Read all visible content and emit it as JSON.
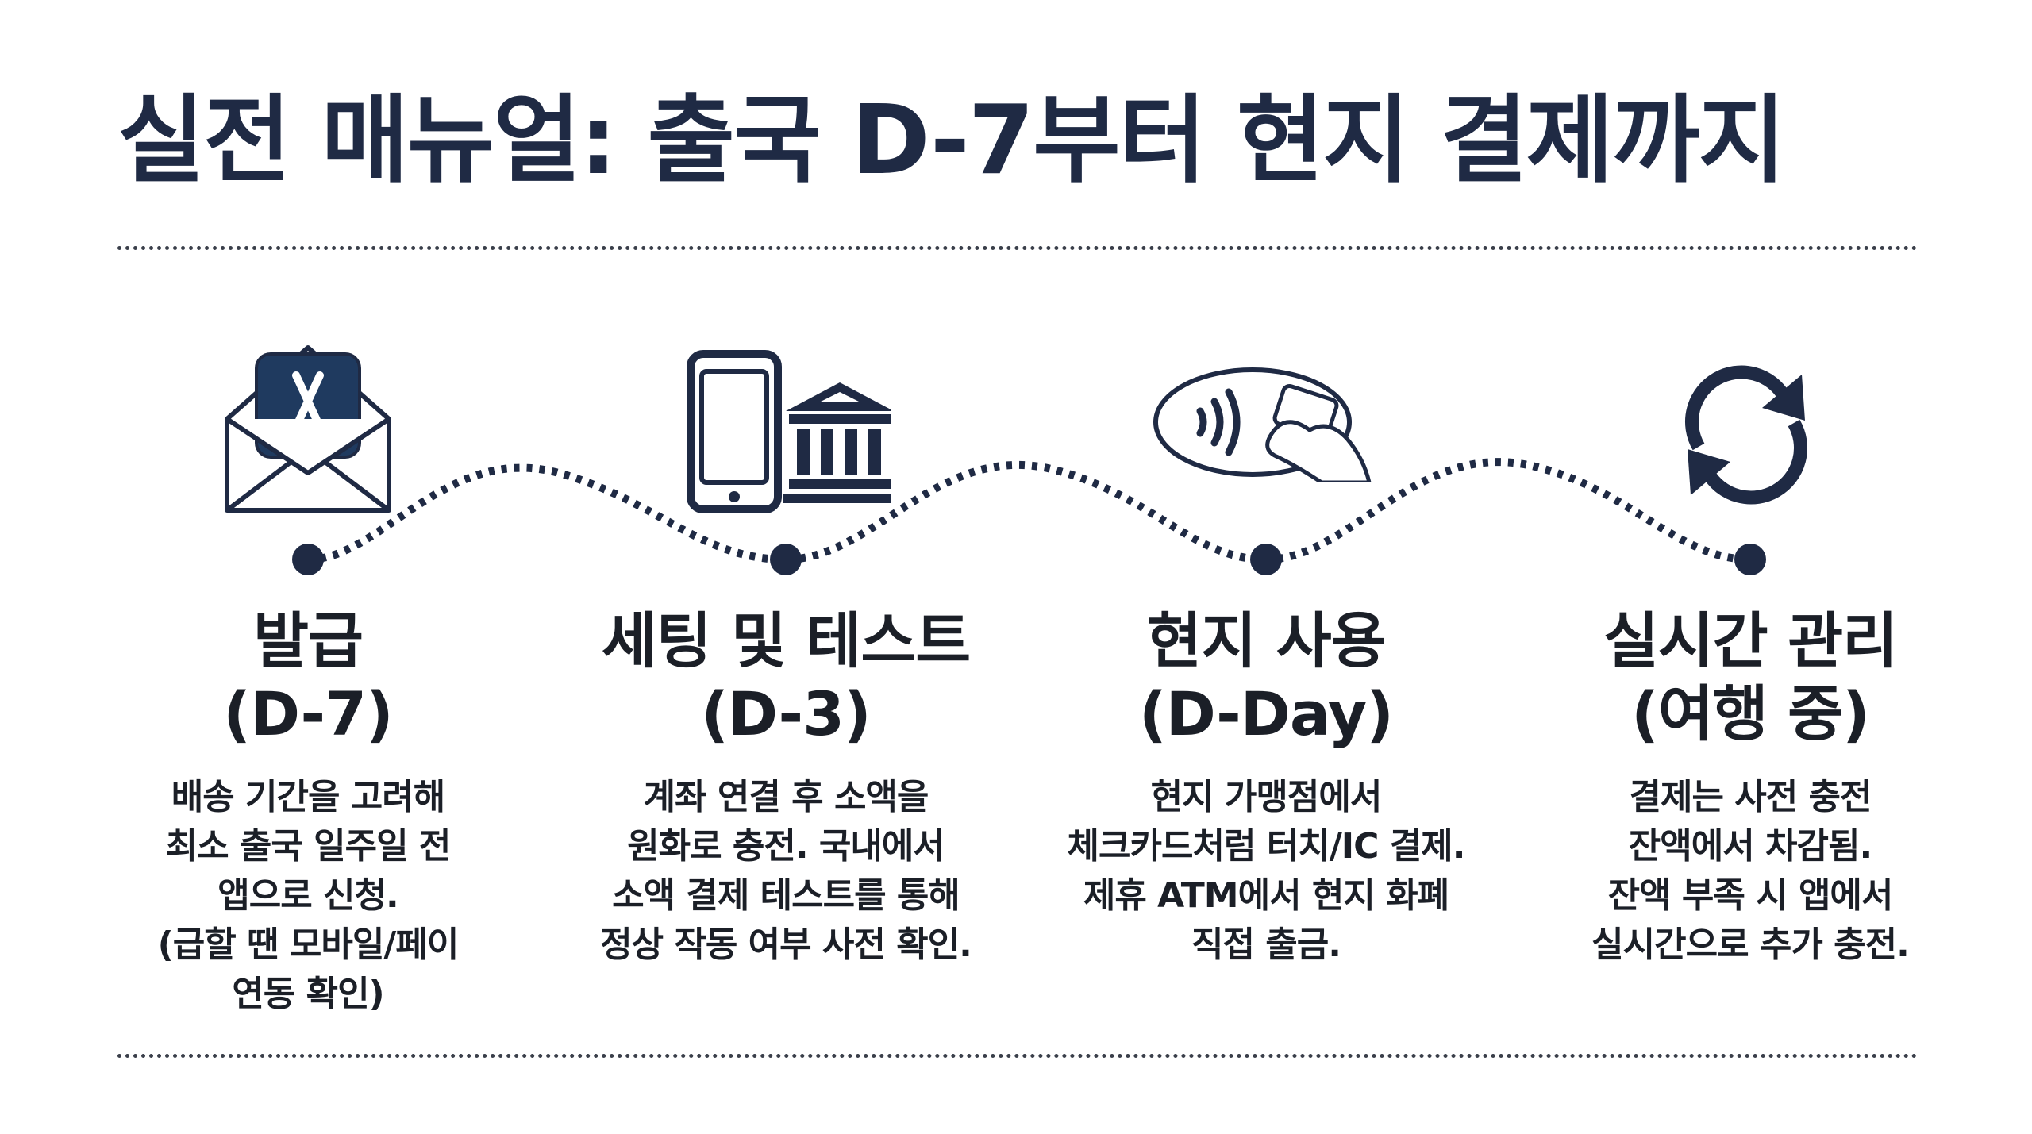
{
  "title": "실전 매뉴얼: 출국 D-7부터 현지 결제까지",
  "colors": {
    "navy": "#1f3a5f",
    "text": "#1b1f27"
  },
  "steps": [
    {
      "icon": "app-store-envelope-icon",
      "heading": [
        "발급",
        "(D-7)"
      ],
      "desc": [
        "배송 기간을 고려해",
        "최소 출국 일주일 전",
        "앱으로 신청.",
        "(급할 땐 모바일/페이",
        "연동 확인)"
      ]
    },
    {
      "icon": "phone-bank-icon",
      "heading": [
        "세팅 및 테스트",
        "(D-3)"
      ],
      "desc": [
        "계좌 연결 후 소액을",
        "원화로 충전. 국내에서",
        "소액 결제 테스트를 통해",
        "정상 작동 여부 사전 확인."
      ]
    },
    {
      "icon": "contactless-payment-icon",
      "heading": [
        "현지 사용",
        "(D-Day)"
      ],
      "desc": [
        "현지 가맹점에서",
        "체크카드처럼 터치/IC 결제.",
        "제휴 ATM에서 현지 화폐",
        "직접 출금."
      ]
    },
    {
      "icon": "refresh-icon",
      "heading": [
        "실시간 관리",
        "(여행 중)"
      ],
      "desc": [
        "결제는 사전 충전",
        "잔액에서 차감됨.",
        "잔액 부족 시 앱에서",
        "실시간으로 추가 충전."
      ]
    }
  ]
}
